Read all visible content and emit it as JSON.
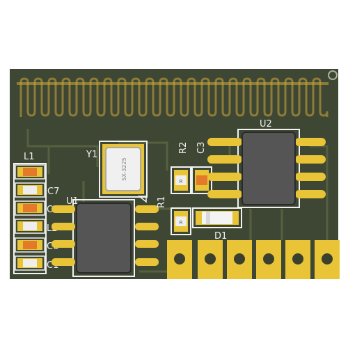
{
  "board": {
    "colors": {
      "background": "#ffffff",
      "pcb": "#3e4733",
      "trace": "#5a6346",
      "silkscreen": "#f2f2f2",
      "pad": "#e8c436",
      "chip": "#555555",
      "crystal": "#f0f0f0"
    },
    "labels": {
      "l1": "L1",
      "c7": "C7",
      "c2": "C2",
      "l2": "L2",
      "c6": "C6",
      "c1": "C1",
      "u1": "U1",
      "y1": "Y1",
      "crystal_marking": "SX-3225",
      "r2": "R2",
      "c3": "C3",
      "r1": "R1",
      "u2": "U2",
      "d1": "D1",
      "r2_body": "R",
      "r1_body": "R"
    }
  }
}
